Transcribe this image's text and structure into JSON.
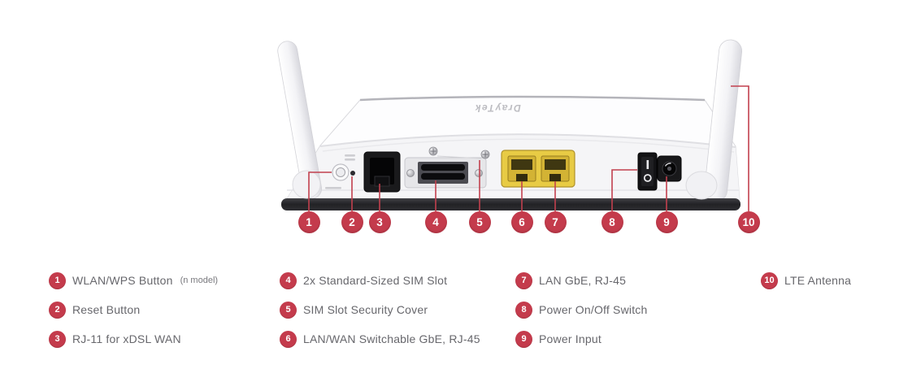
{
  "device": {
    "brand_logo": "DrayTek",
    "view": "rear panel"
  },
  "callouts": [
    {
      "num": "1",
      "label": "WLAN/WPS Button",
      "suffix": "(n model)"
    },
    {
      "num": "2",
      "label": "Reset Button"
    },
    {
      "num": "3",
      "label": "RJ-11 for xDSL WAN"
    },
    {
      "num": "4",
      "label": "2x Standard-Sized SIM Slot"
    },
    {
      "num": "5",
      "label": "SIM Slot Security Cover"
    },
    {
      "num": "6",
      "label": "LAN/WAN Switchable GbE, RJ-45"
    },
    {
      "num": "7",
      "label": "LAN GbE, RJ-45"
    },
    {
      "num": "8",
      "label": "Power On/Off Switch"
    },
    {
      "num": "9",
      "label": "Power Input"
    },
    {
      "num": "10",
      "label": "LTE Antenna"
    }
  ],
  "colors": {
    "callout_red": "#c43b4c",
    "leader_red": "#c2404e",
    "port_yellow": "#e8cb44",
    "body_white": "#f5f5f7",
    "label_gray": "#67676c"
  }
}
